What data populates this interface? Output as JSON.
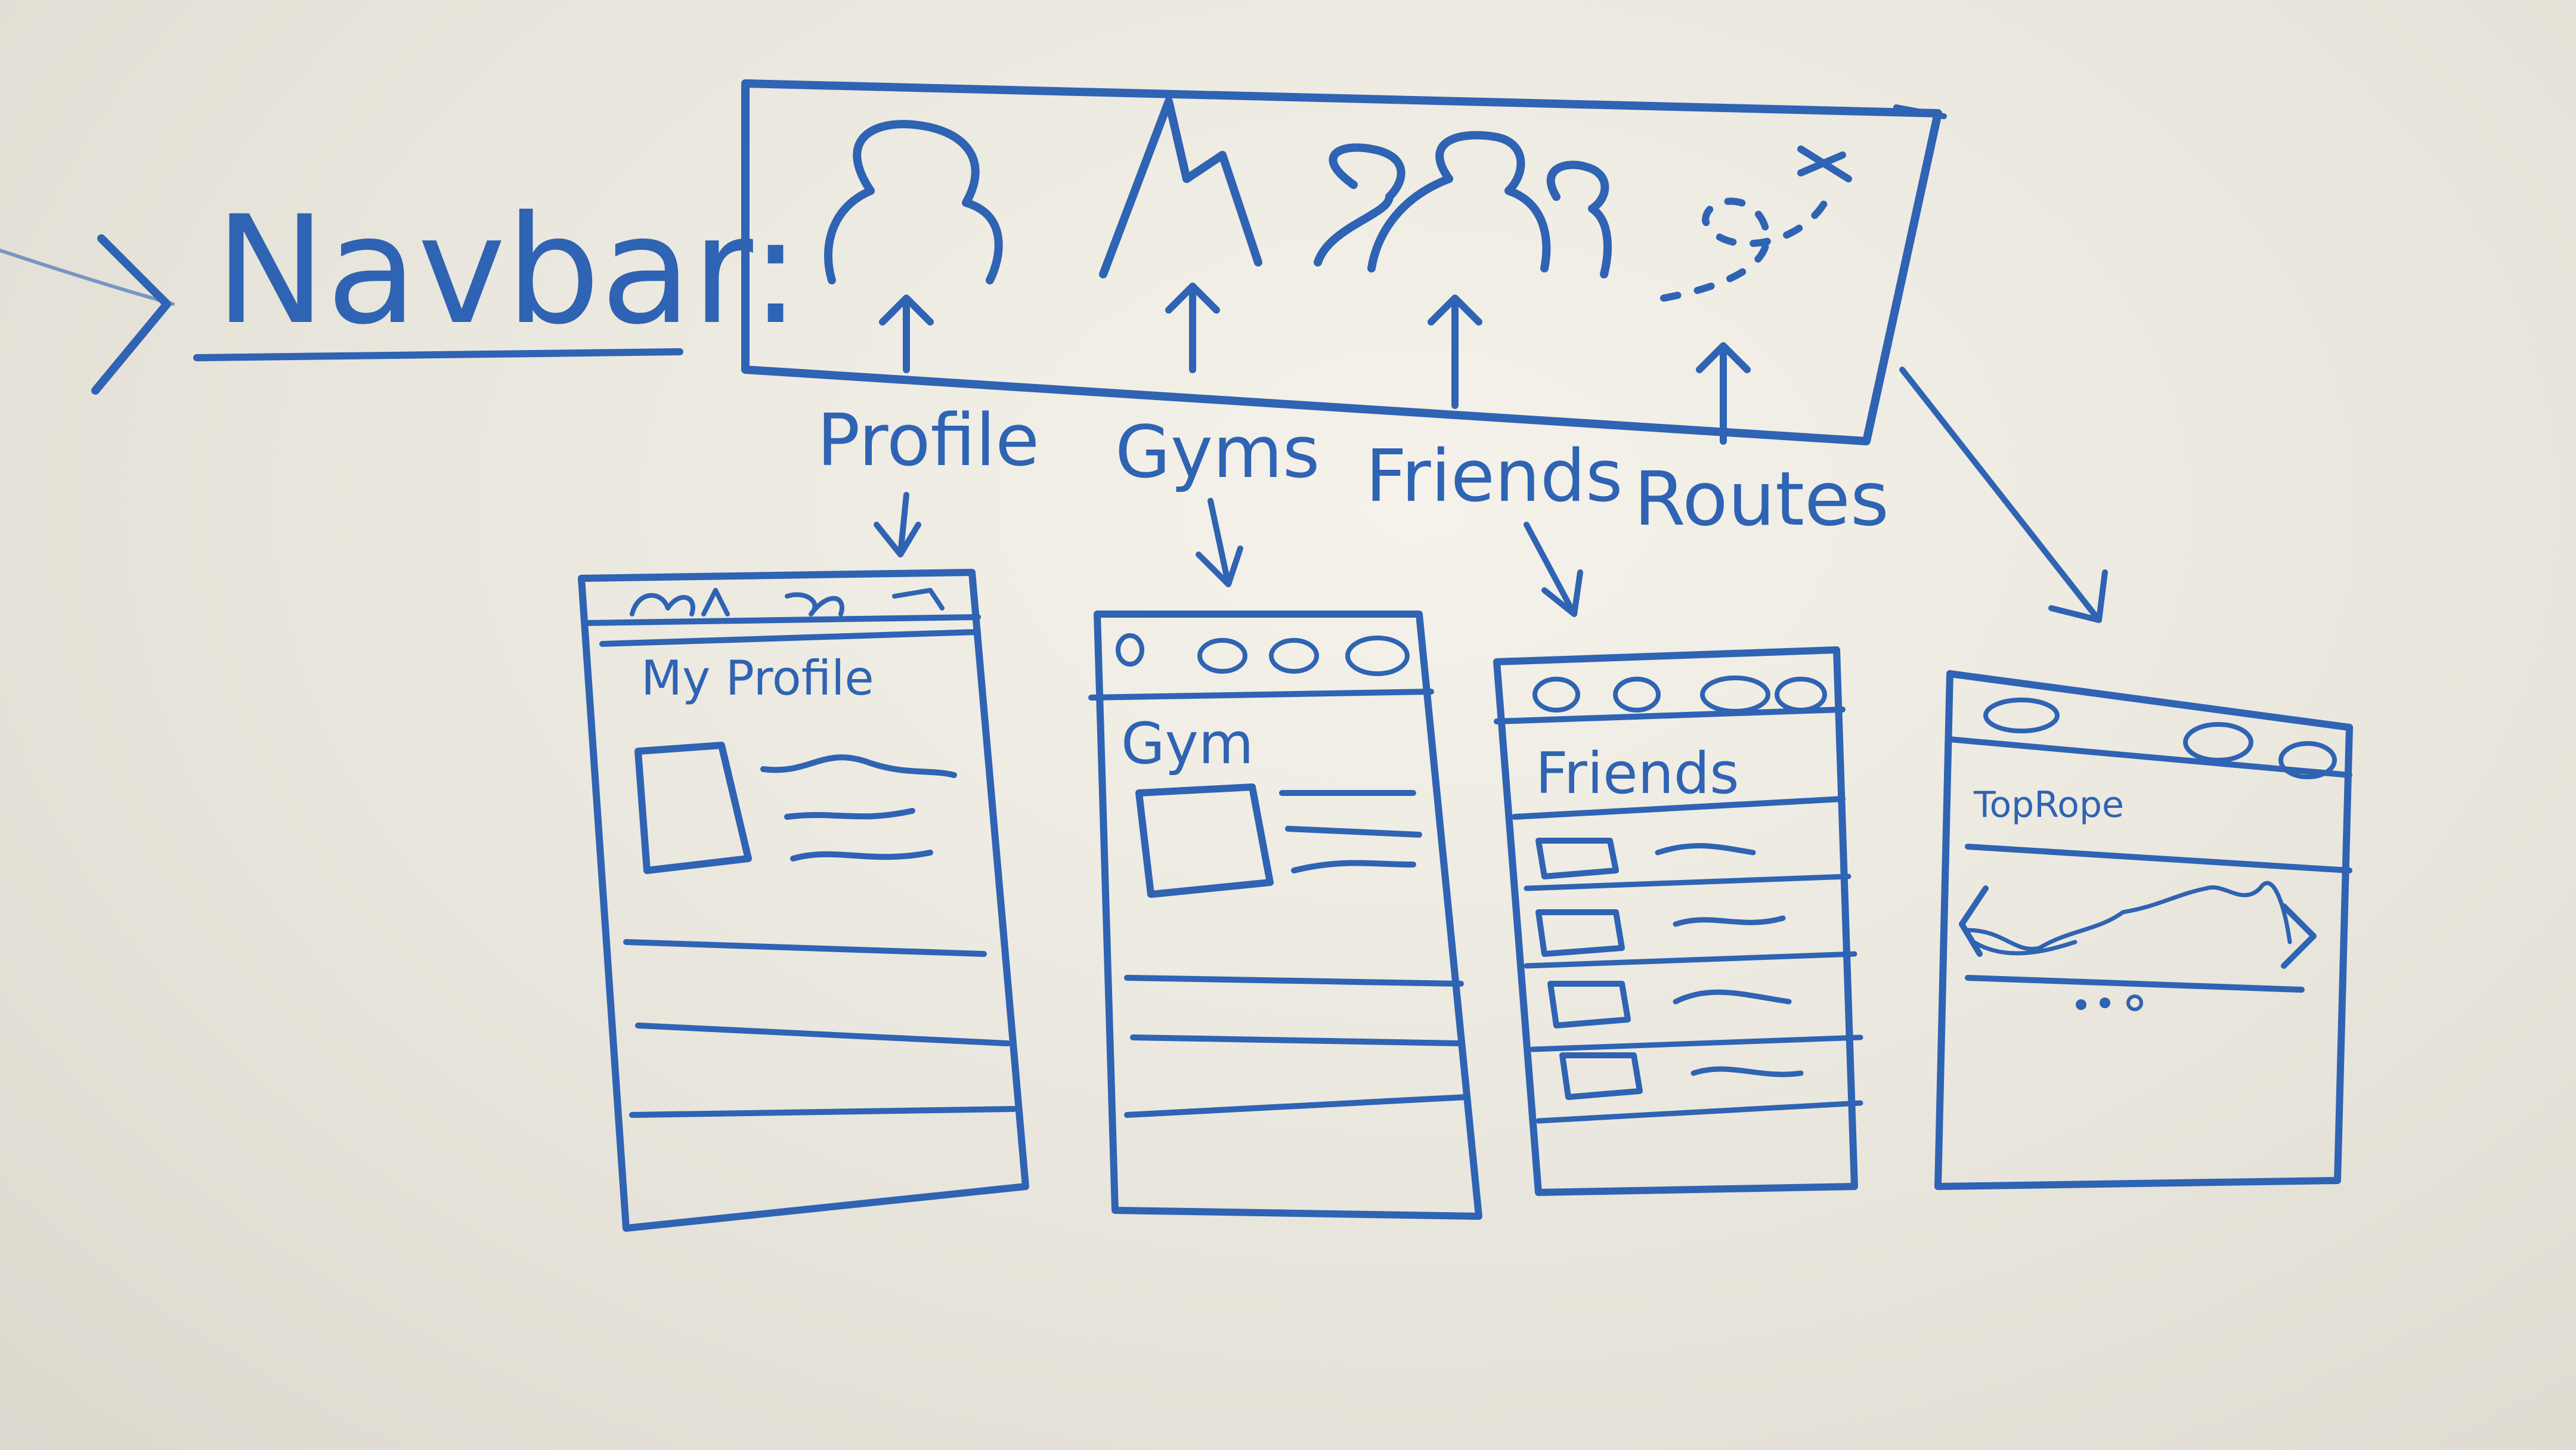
{
  "heading": "Navbar:",
  "nav_labels": {
    "profile": "Profile",
    "gyms": "Gyms",
    "friends": "Friends",
    "routes": "Routes"
  },
  "screens": {
    "profile": {
      "title": "My Profile"
    },
    "gym": {
      "title": "Gym"
    },
    "friends": {
      "title": "Friends"
    },
    "routes": {
      "title": "TopRope"
    }
  },
  "nav_icons": [
    "person-icon",
    "mountain-icon",
    "group-icon",
    "route-map-icon"
  ],
  "ink_color": "#2f63b3",
  "board_color": "#efede5"
}
